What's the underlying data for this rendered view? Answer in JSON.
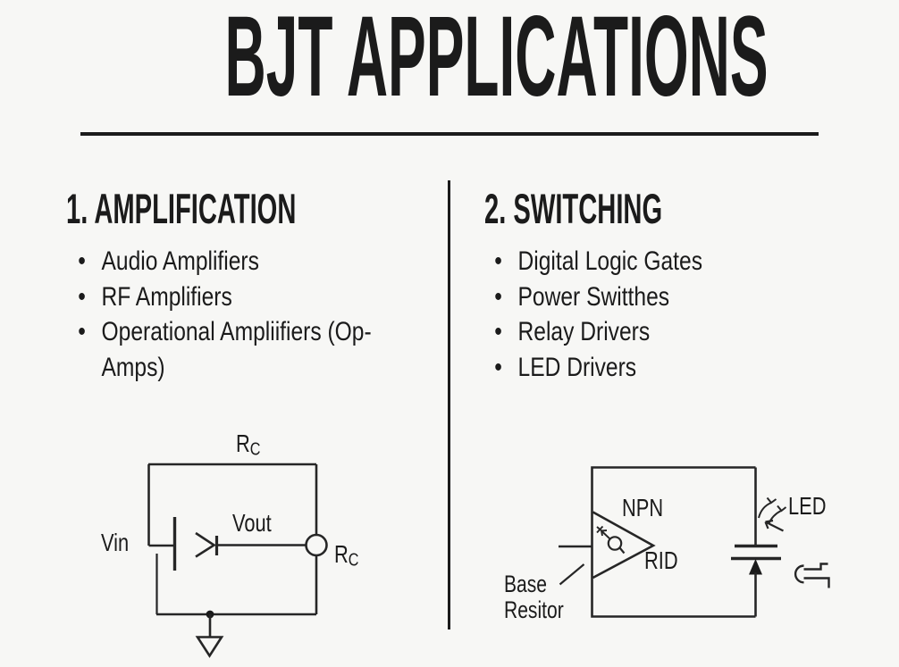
{
  "theme": {
    "background": "#f7f7f5",
    "ink": "#1b1b1b",
    "line": "#262626"
  },
  "glyphs": {
    "bullet": "•"
  },
  "title": "BJT APPLICATIONS",
  "sections": [
    {
      "heading": "1. AMPLIFICATION",
      "items": [
        "Audio Amplifiers",
        "RF Amplifiers",
        "Operational Ampliifiers (Op-Amps)"
      ]
    },
    {
      "heading": "2. SWITCHING",
      "items": [
        "Digital Logic Gates",
        "Power Switthes",
        "Relay Drivers",
        "LED Drivers"
      ]
    }
  ],
  "circuit_amplification": {
    "rc_top": {
      "main": "R",
      "sub": "C"
    },
    "vin": "Vin",
    "vout": "Vout",
    "rc_right": {
      "main": "R",
      "sub": "C"
    }
  },
  "circuit_switching": {
    "transistor_type": "NPN",
    "resistor_label": "RID",
    "led_label": "LED",
    "base_resistor_line1": "Base",
    "base_resistor_line2": "Resitor"
  }
}
